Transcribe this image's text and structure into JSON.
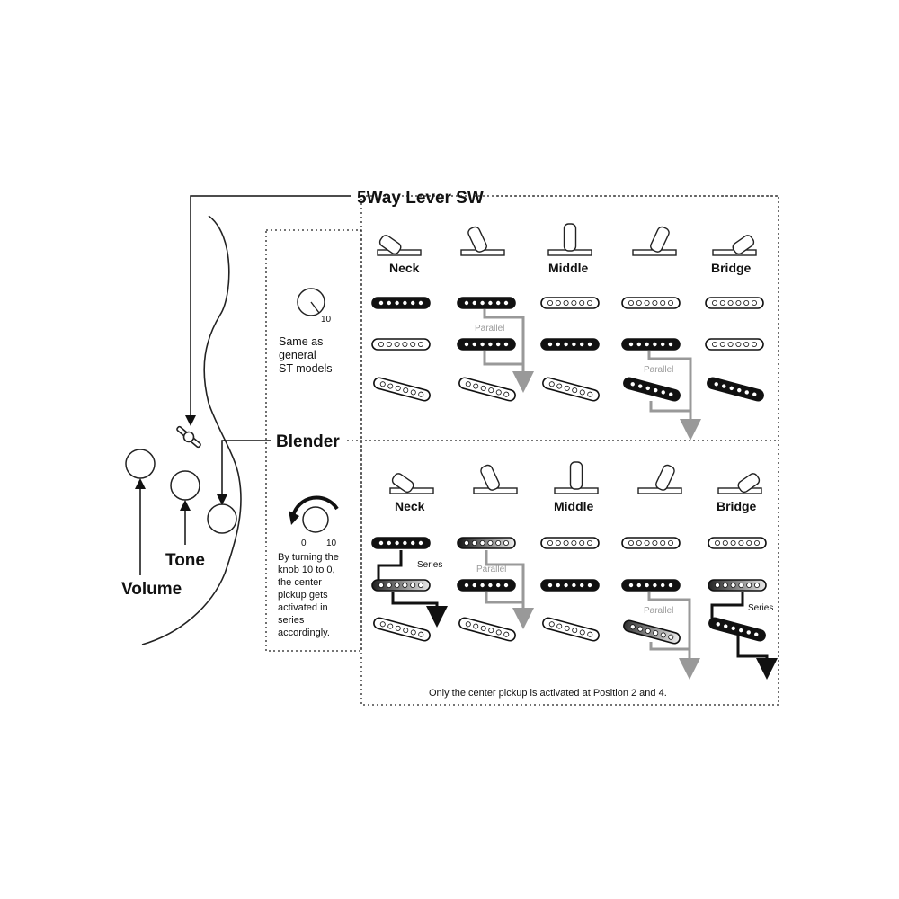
{
  "labels": {
    "lever_switch": "5Way Lever SW",
    "blender": "Blender",
    "volume": "Volume",
    "tone": "Tone"
  },
  "top_section": {
    "knob_value": "10",
    "note_lines": [
      "Same as",
      "general",
      "ST models"
    ],
    "positions": [
      "Neck",
      "",
      "Middle",
      "",
      "Bridge"
    ],
    "parallel_labels": [
      "Parallel",
      "Parallel"
    ]
  },
  "bottom_section": {
    "knob_min": "0",
    "knob_max": "10",
    "note_lines": [
      "By turning the",
      "knob 10 to 0,",
      "the center",
      "pickup gets",
      "activated in",
      "series",
      "accordingly."
    ],
    "positions": [
      "Neck",
      "",
      "Middle",
      "",
      "Bridge"
    ],
    "series_labels": [
      "Series",
      "Series"
    ],
    "parallel_labels": [
      "Parallel",
      "Parallel"
    ],
    "footer": "Only the center pickup is activated at Position 2 and 4."
  },
  "colors": {
    "ink": "#111111",
    "signal_grey": "#999999",
    "active_pickup": "#111111"
  }
}
